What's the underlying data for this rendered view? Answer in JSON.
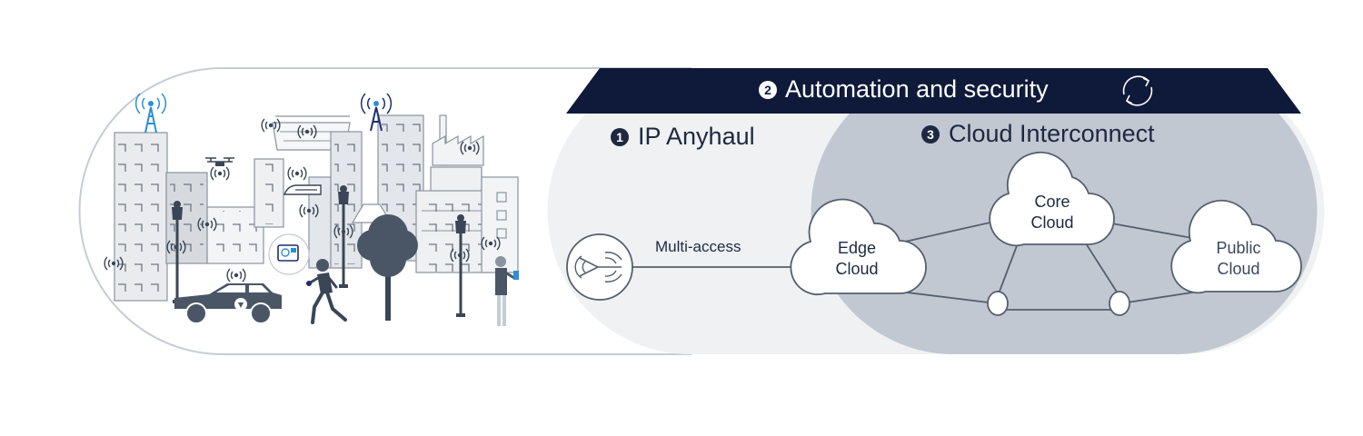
{
  "banner": {
    "number": "2",
    "label": "Automation and security",
    "icon": "refresh-cycle-icon",
    "color": "#0f1a3a"
  },
  "sections": [
    {
      "number": "1",
      "label": "IP Anyhaul"
    },
    {
      "number": "3",
      "label": "Cloud Interconnect"
    }
  ],
  "link_label": "Multi-access",
  "clouds": [
    {
      "line1": "Edge",
      "line2": "Cloud"
    },
    {
      "line1": "Core",
      "line2": "Cloud"
    },
    {
      "line1": "Public",
      "line2": "Cloud"
    }
  ],
  "city_illustration": {
    "icons": [
      "antenna-tower-icon",
      "building-icon",
      "drone-icon",
      "camera-icon",
      "car-icon",
      "runner-icon",
      "tree-icon",
      "street-lamp-icon",
      "person-phone-icon",
      "factory-icon",
      "stadium-icon",
      "train-icon",
      "wireless-signal-icon"
    ]
  },
  "colors": {
    "banner": "#0f1a3a",
    "anyhaul_bg": "#f0f1f3",
    "cloud_bg": "#c1c8d2",
    "accent_blue": "#2b8fd6",
    "line": "#55606e"
  }
}
